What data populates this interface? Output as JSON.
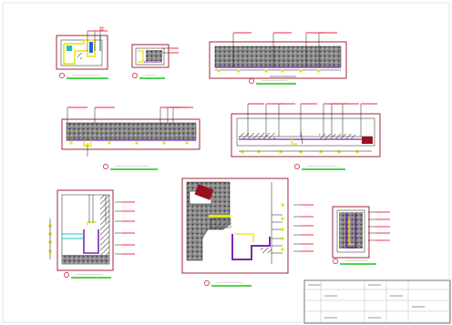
{
  "drawing": {
    "background": "#ffffff",
    "colors": {
      "frame": "#9a1020",
      "section_line": "#c8102e",
      "leader": "#e8283c",
      "label_bar": "#f07080",
      "green_line": "#14c814",
      "dimension": "#1a1a1a",
      "yellow": "#e6e600",
      "purple": "#7a2ab0",
      "blue": "#2060e0",
      "cyan": "#20c0c0",
      "hatch": "#505050",
      "grey_text": "#a0a0a0"
    },
    "details": [
      {
        "id": "detail-1"
      },
      {
        "id": "detail-2"
      },
      {
        "id": "detail-3"
      },
      {
        "id": "detail-4"
      },
      {
        "id": "detail-5"
      },
      {
        "id": "detail-6"
      },
      {
        "id": "detail-7"
      },
      {
        "id": "detail-8"
      }
    ],
    "title_block": {
      "present": true,
      "legible_text": false
    }
  }
}
